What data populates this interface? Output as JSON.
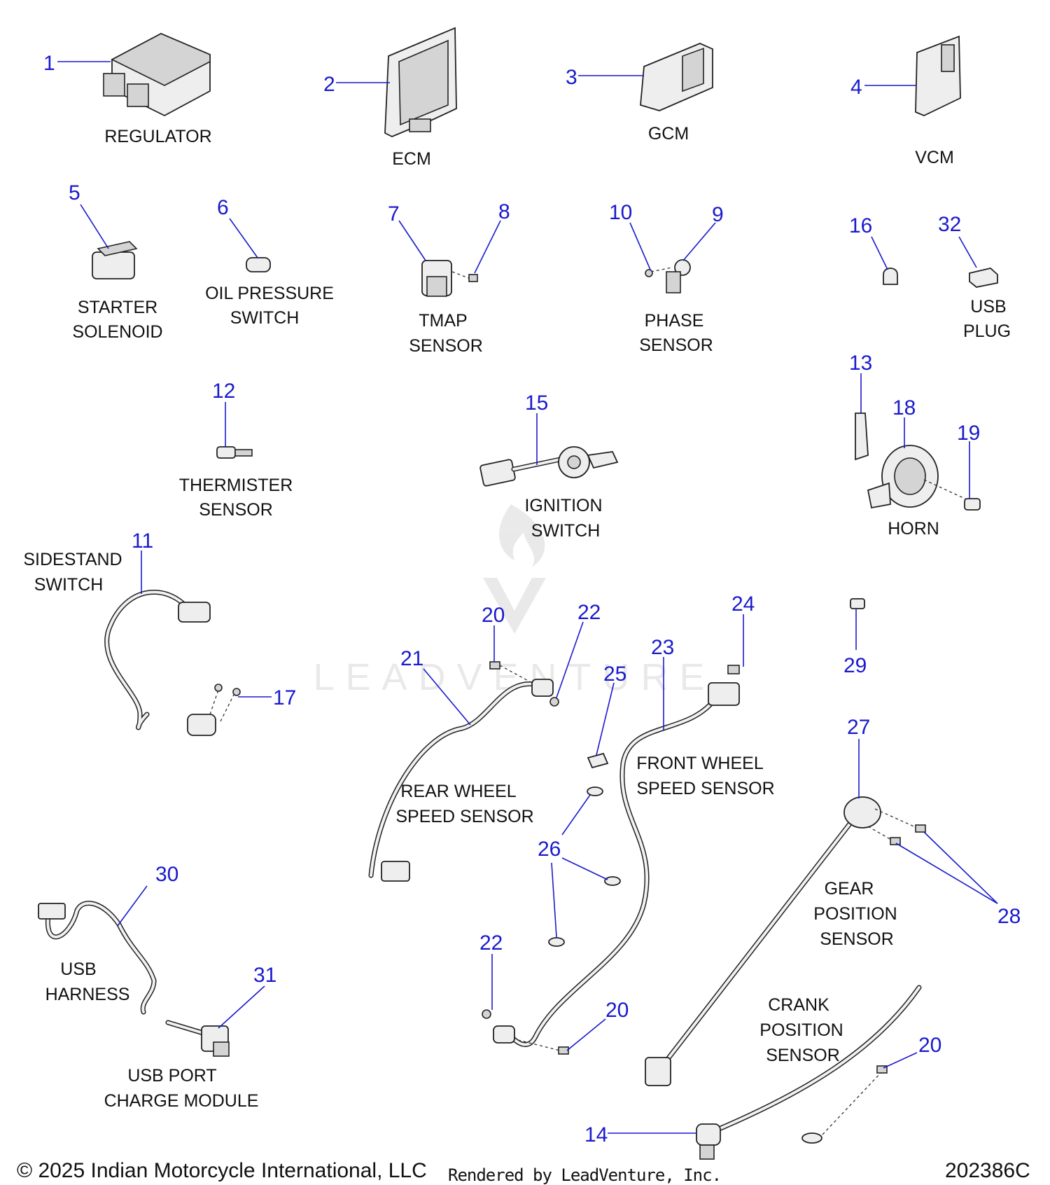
{
  "callouts": [
    "1",
    "2",
    "3",
    "4",
    "5",
    "6",
    "7",
    "8",
    "10",
    "9",
    "16",
    "32",
    "12",
    "15",
    "13",
    "18",
    "19",
    "11",
    "17",
    "20",
    "22",
    "21",
    "25",
    "23",
    "24",
    "29",
    "27",
    "28",
    "26",
    "30",
    "31",
    "22",
    "20",
    "14",
    "20"
  ],
  "labels": {
    "regulator": "REGULATOR",
    "ecm": "ECM",
    "gcm": "GCM",
    "vcm": "VCM",
    "starter_solenoid": [
      "STARTER",
      "SOLENOID"
    ],
    "oil_pressure_switch": [
      "OIL PRESSURE",
      "SWITCH"
    ],
    "tmap_sensor": [
      "TMAP",
      "SENSOR"
    ],
    "phase_sensor": [
      "PHASE",
      "SENSOR"
    ],
    "usb_plug": [
      "USB",
      "PLUG"
    ],
    "thermister_sensor": [
      "THERMISTER",
      "SENSOR"
    ],
    "ignition_switch": [
      "IGNITION",
      "SWITCH"
    ],
    "horn": "HORN",
    "sidestand_switch": [
      "SIDESTAND",
      "SWITCH"
    ],
    "rear_wheel_speed_sensor": [
      "REAR WHEEL",
      "SPEED SENSOR"
    ],
    "front_wheel_speed_sensor": [
      "FRONT WHEEL",
      "SPEED SENSOR"
    ],
    "gear_position_sensor": [
      "GEAR",
      "POSITION",
      "SENSOR"
    ],
    "usb_harness": [
      "USB",
      "HARNESS"
    ],
    "crank_position_sensor": [
      "CRANK",
      "POSITION",
      "SENSOR"
    ],
    "usb_port_charge_module": [
      "USB PORT",
      "CHARGE MODULE"
    ]
  },
  "watermark": "LEADVENTURE",
  "footer": {
    "copyright": "© 2025 Indian Motorcycle International, LLC",
    "rendered_by": "Rendered by LeadVenture, Inc.",
    "diagram_id": "202386C"
  }
}
